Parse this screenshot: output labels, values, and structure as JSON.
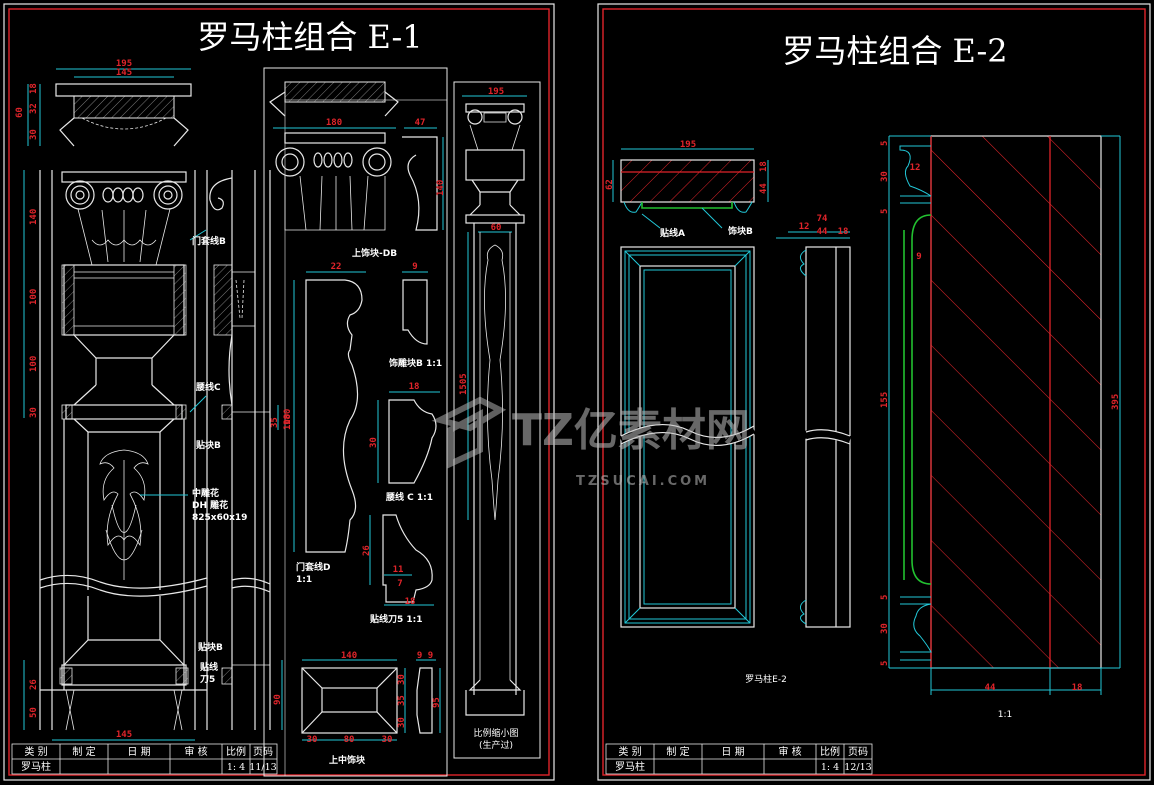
{
  "sheets": [
    {
      "title": "罗马柱组合 E-1",
      "dimensions": {
        "top_width_outer": "195",
        "top_width_inner": "145",
        "top_height_total": "60",
        "top_h1": "18",
        "top_h2": "32",
        "top_h3": "30",
        "cap_height": "140",
        "band_height": "100",
        "neck_height": "100",
        "ring_height": "30",
        "base_ring": "26",
        "base_height": "50",
        "base_width": "145",
        "side_h1": "35",
        "side_h2": "100",
        "side_base": "90",
        "capital_width": "180",
        "capital_side_width": "47",
        "capital_side_height": "140",
        "door_trim_width": "22",
        "door_trim_height": "180",
        "decor_width": "9",
        "waist_width": "18",
        "waist_height": "30",
        "trim_height": "26",
        "trim_w1": "11",
        "trim_w2": "7",
        "trim_w3": "18",
        "mid_width": "140",
        "mid_h1": "30",
        "mid_h2": "35",
        "mid_h3": "30",
        "mid_b1": "30",
        "mid_b2": "80",
        "mid_b3": "30",
        "mid_side_w": "9 9",
        "mid_side_h": "95",
        "mini_width": "195",
        "mini_inner": "60",
        "mini_height": "1505"
      },
      "labels": {
        "door_trim_b": "门套线B",
        "waist_c": "腰线C",
        "trim_b": "贴块B",
        "center_flower_1": "中雕花",
        "center_flower_2": "DH  雕花",
        "center_flower_3": "825x60x19",
        "trim_b2": "贴块B",
        "trim_line_1": "贴线",
        "trim_line_2": "刀5",
        "upper_decor": "上饰块-DB",
        "carved_b": "饰雕块B  1:1",
        "waist_c_scale": "腰线 C  1:1",
        "door_trim_d_1": "门套线D",
        "door_trim_d_2": "1:1",
        "trim_knife": "贴线刀5  1:1",
        "upper_mid": "上中饰块",
        "mini_1": "比例缩小图",
        "mini_2": "(生产过)"
      },
      "title_block": {
        "headers": [
          "类  别",
          "制    定",
          "日    期",
          "审    核",
          "比例",
          "页码"
        ],
        "values": [
          "罗马柱",
          "",
          "",
          "",
          "1: 4",
          "11/13"
        ]
      }
    },
    {
      "title": "罗马柱组合 E-2",
      "dimensions": {
        "top_width": "195",
        "top_height": "62",
        "top_h1": "18",
        "top_h2": "44",
        "side_total": "74",
        "side_w1": "12",
        "side_w2": "44",
        "side_w3": "18",
        "sec_h1": "5",
        "sec_h2": "30",
        "sec_h3": "5",
        "sec_w1": "12",
        "sec_w2": "9",
        "sec_total": "155",
        "sec_b1": "5",
        "sec_b2": "30",
        "sec_b3": "5",
        "bottom_w1": "44",
        "bottom_w2": "18",
        "right_total": "395"
      },
      "labels": {
        "trim_a": "贴线A",
        "decor_b": "饰块B",
        "panel_name": "罗马柱E-2",
        "scale": "1:1"
      },
      "title_block": {
        "headers": [
          "类  别",
          "制    定",
          "日    期",
          "审    核",
          "比例",
          "页码"
        ],
        "values": [
          "罗马柱",
          "",
          "",
          "",
          "1: 4",
          "12/13"
        ]
      }
    }
  ],
  "watermark": {
    "brand": "TZ亿素材网",
    "url": "TZSUCAI.COM"
  },
  "colors": {
    "background": "#000000",
    "frame": "#e0242a",
    "line": "#e8e8e8",
    "dimension": "#22c8d8",
    "dimension_text": "#e0242a",
    "highlight": "#22c030"
  }
}
